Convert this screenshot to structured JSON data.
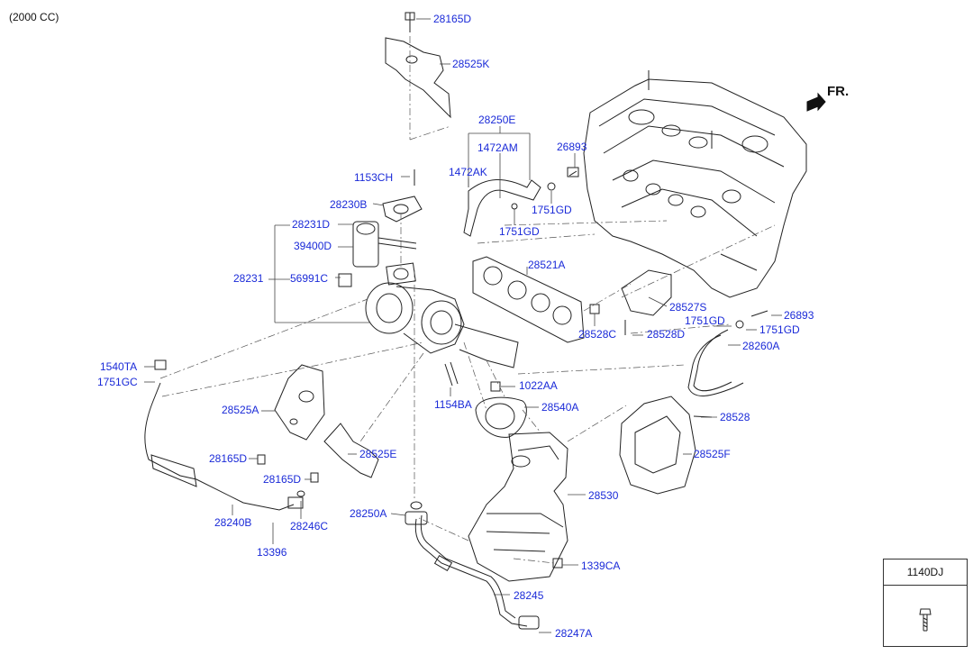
{
  "header": "(2000 CC)",
  "front_marker": "FR.",
  "legend_box": {
    "part": "1140DJ",
    "icon": "bolt-icon"
  },
  "labels": {
    "p28165D_top": "28165D",
    "p28525K": "28525K",
    "p28250E": "28250E",
    "p1472AM": "1472AM",
    "p26893_top": "26893",
    "p1472AK": "1472AK",
    "p1153CH": "1153CH",
    "p1751GD_a": "1751GD",
    "p28230B": "28230B",
    "p28231D": "28231D",
    "p1751GD_b": "1751GD",
    "p39400D": "39400D",
    "p28521A": "28521A",
    "p28231": "28231",
    "p56991C": "56991C",
    "p28527S": "28527S",
    "p26893_right": "26893",
    "p1751GD_c": "1751GD",
    "p1751GD_d": "1751GD",
    "p28528C": "28528C",
    "p28528D": "28528D",
    "p28260A": "28260A",
    "p1540TA": "1540TA",
    "p1751GC": "1751GC",
    "p1022AA": "1022AA",
    "p1154BA": "1154BA",
    "p28540A": "28540A",
    "p28525A": "28525A",
    "p28528": "28528",
    "p28525E": "28525E",
    "p28165D_mid": "28165D",
    "p28525F": "28525F",
    "p28165D_low": "28165D",
    "p28530": "28530",
    "p28250A": "28250A",
    "p28240B": "28240B",
    "p28246C": "28246C",
    "p13396": "13396",
    "p1339CA": "1339CA",
    "p28245": "28245",
    "p28247A": "28247A"
  }
}
